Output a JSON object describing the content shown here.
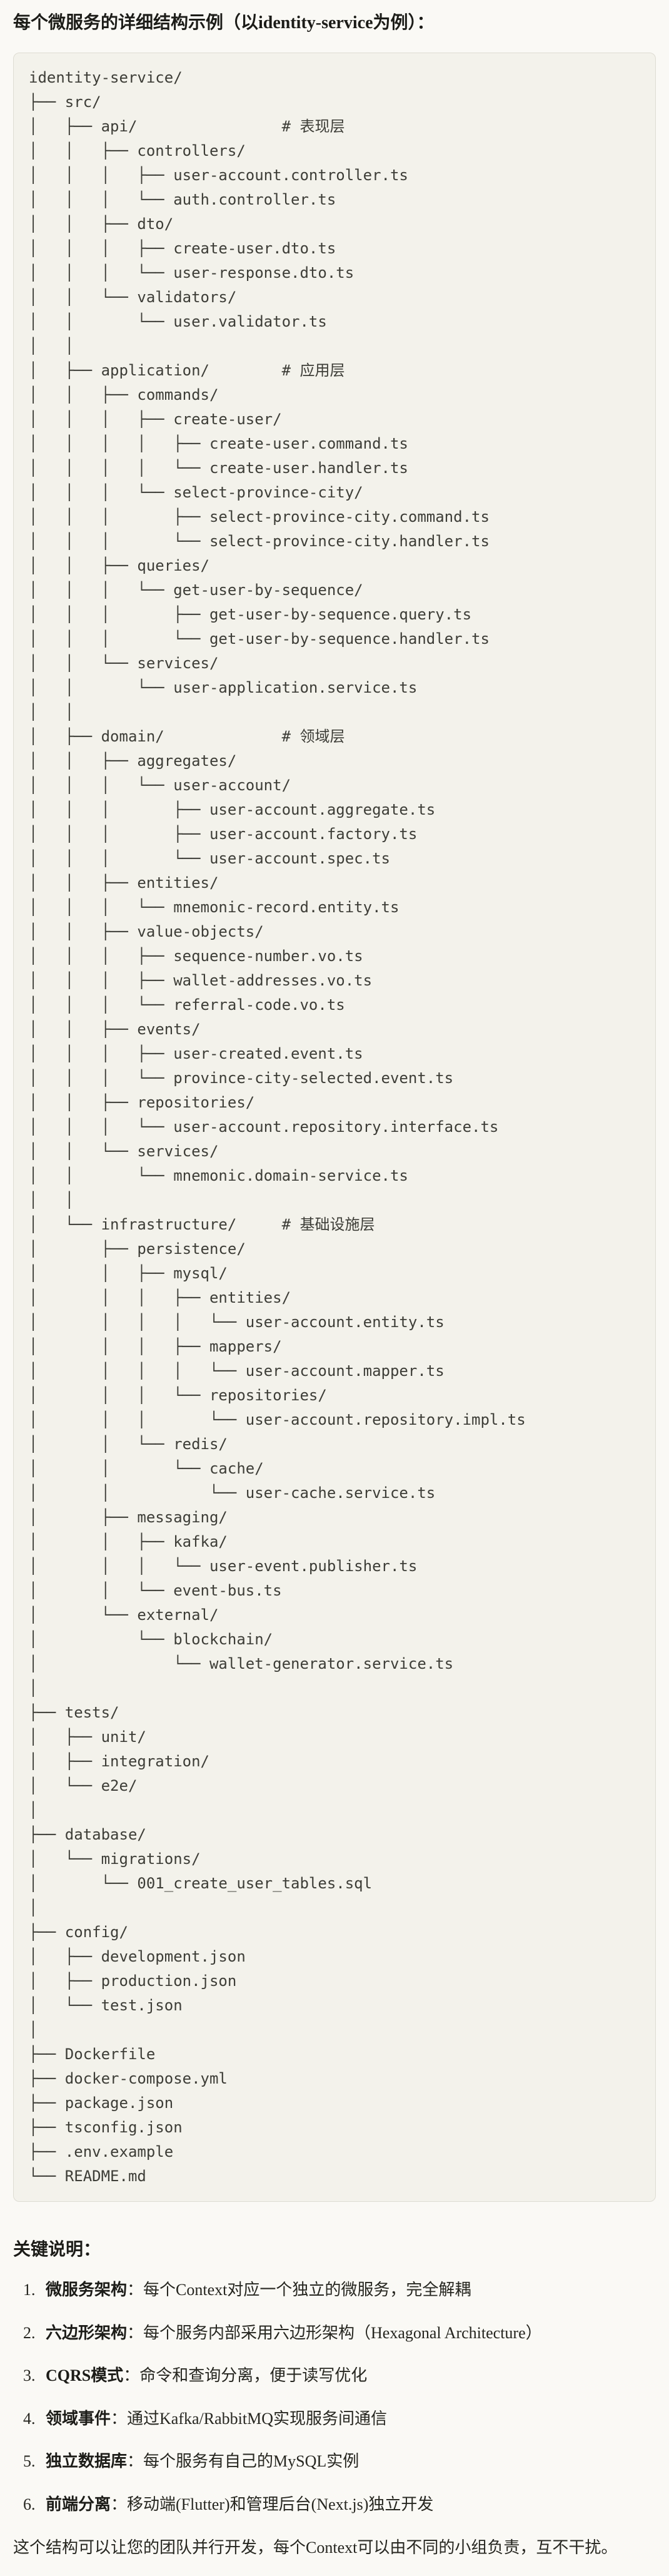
{
  "page": {
    "title": "每个微服务的详细结构示例（以identity-service为例）："
  },
  "file_tree": {
    "lines": [
      "identity-service/",
      "├── src/",
      "│   ├── api/                # 表现层",
      "│   │   ├── controllers/",
      "│   │   │   ├── user-account.controller.ts",
      "│   │   │   └── auth.controller.ts",
      "│   │   ├── dto/",
      "│   │   │   ├── create-user.dto.ts",
      "│   │   │   └── user-response.dto.ts",
      "│   │   └── validators/",
      "│   │       └── user.validator.ts",
      "│   │",
      "│   ├── application/        # 应用层",
      "│   │   ├── commands/",
      "│   │   │   ├── create-user/",
      "│   │   │   │   ├── create-user.command.ts",
      "│   │   │   │   └── create-user.handler.ts",
      "│   │   │   └── select-province-city/",
      "│   │   │       ├── select-province-city.command.ts",
      "│   │   │       └── select-province-city.handler.ts",
      "│   │   ├── queries/",
      "│   │   │   └── get-user-by-sequence/",
      "│   │   │       ├── get-user-by-sequence.query.ts",
      "│   │   │       └── get-user-by-sequence.handler.ts",
      "│   │   └── services/",
      "│   │       └── user-application.service.ts",
      "│   │",
      "│   ├── domain/             # 领域层",
      "│   │   ├── aggregates/",
      "│   │   │   └── user-account/",
      "│   │   │       ├── user-account.aggregate.ts",
      "│   │   │       ├── user-account.factory.ts",
      "│   │   │       └── user-account.spec.ts",
      "│   │   ├── entities/",
      "│   │   │   └── mnemonic-record.entity.ts",
      "│   │   ├── value-objects/",
      "│   │   │   ├── sequence-number.vo.ts",
      "│   │   │   ├── wallet-addresses.vo.ts",
      "│   │   │   └── referral-code.vo.ts",
      "│   │   ├── events/",
      "│   │   │   ├── user-created.event.ts",
      "│   │   │   └── province-city-selected.event.ts",
      "│   │   ├── repositories/",
      "│   │   │   └── user-account.repository.interface.ts",
      "│   │   └── services/",
      "│   │       └── mnemonic.domain-service.ts",
      "│   │",
      "│   └── infrastructure/     # 基础设施层",
      "│       ├── persistence/",
      "│       │   ├── mysql/",
      "│       │   │   ├── entities/",
      "│       │   │   │   └── user-account.entity.ts",
      "│       │   │   ├── mappers/",
      "│       │   │   │   └── user-account.mapper.ts",
      "│       │   │   └── repositories/",
      "│       │   │       └── user-account.repository.impl.ts",
      "│       │   └── redis/",
      "│       │       └── cache/",
      "│       │           └── user-cache.service.ts",
      "│       ├── messaging/",
      "│       │   ├── kafka/",
      "│       │   │   └── user-event.publisher.ts",
      "│       │   └── event-bus.ts",
      "│       └── external/",
      "│           └── blockchain/",
      "│               └── wallet-generator.service.ts",
      "│",
      "├── tests/",
      "│   ├── unit/",
      "│   ├── integration/",
      "│   └── e2e/",
      "│",
      "├── database/",
      "│   └── migrations/",
      "│       └── 001_create_user_tables.sql",
      "│",
      "├── config/",
      "│   ├── development.json",
      "│   ├── production.json",
      "│   └── test.json",
      "│",
      "├── Dockerfile",
      "├── docker-compose.yml",
      "├── package.json",
      "├── tsconfig.json",
      "├── .env.example",
      "└── README.md"
    ]
  },
  "notes": {
    "heading": "关键说明：",
    "items": [
      {
        "num": "1.",
        "label": "微服务架构",
        "text": "：每个Context对应一个独立的微服务，完全解耦"
      },
      {
        "num": "2.",
        "label": "六边形架构",
        "text": "：每个服务内部采用六边形架构（Hexagonal Architecture）"
      },
      {
        "num": "3.",
        "label": "CQRS模式",
        "text": "：命令和查询分离，便于读写优化"
      },
      {
        "num": "4.",
        "label": "领域事件",
        "text": "：通过Kafka/RabbitMQ实现服务间通信"
      },
      {
        "num": "5.",
        "label": "独立数据库",
        "text": "：每个服务有自己的MySQL实例"
      },
      {
        "num": "6.",
        "label": "前端分离",
        "text": "：移动端(Flutter)和管理后台(Next.js)独立开发"
      }
    ],
    "footer": "这个结构可以让您的团队并行开发，每个Context可以由不同的小组负责，互不干扰。"
  }
}
